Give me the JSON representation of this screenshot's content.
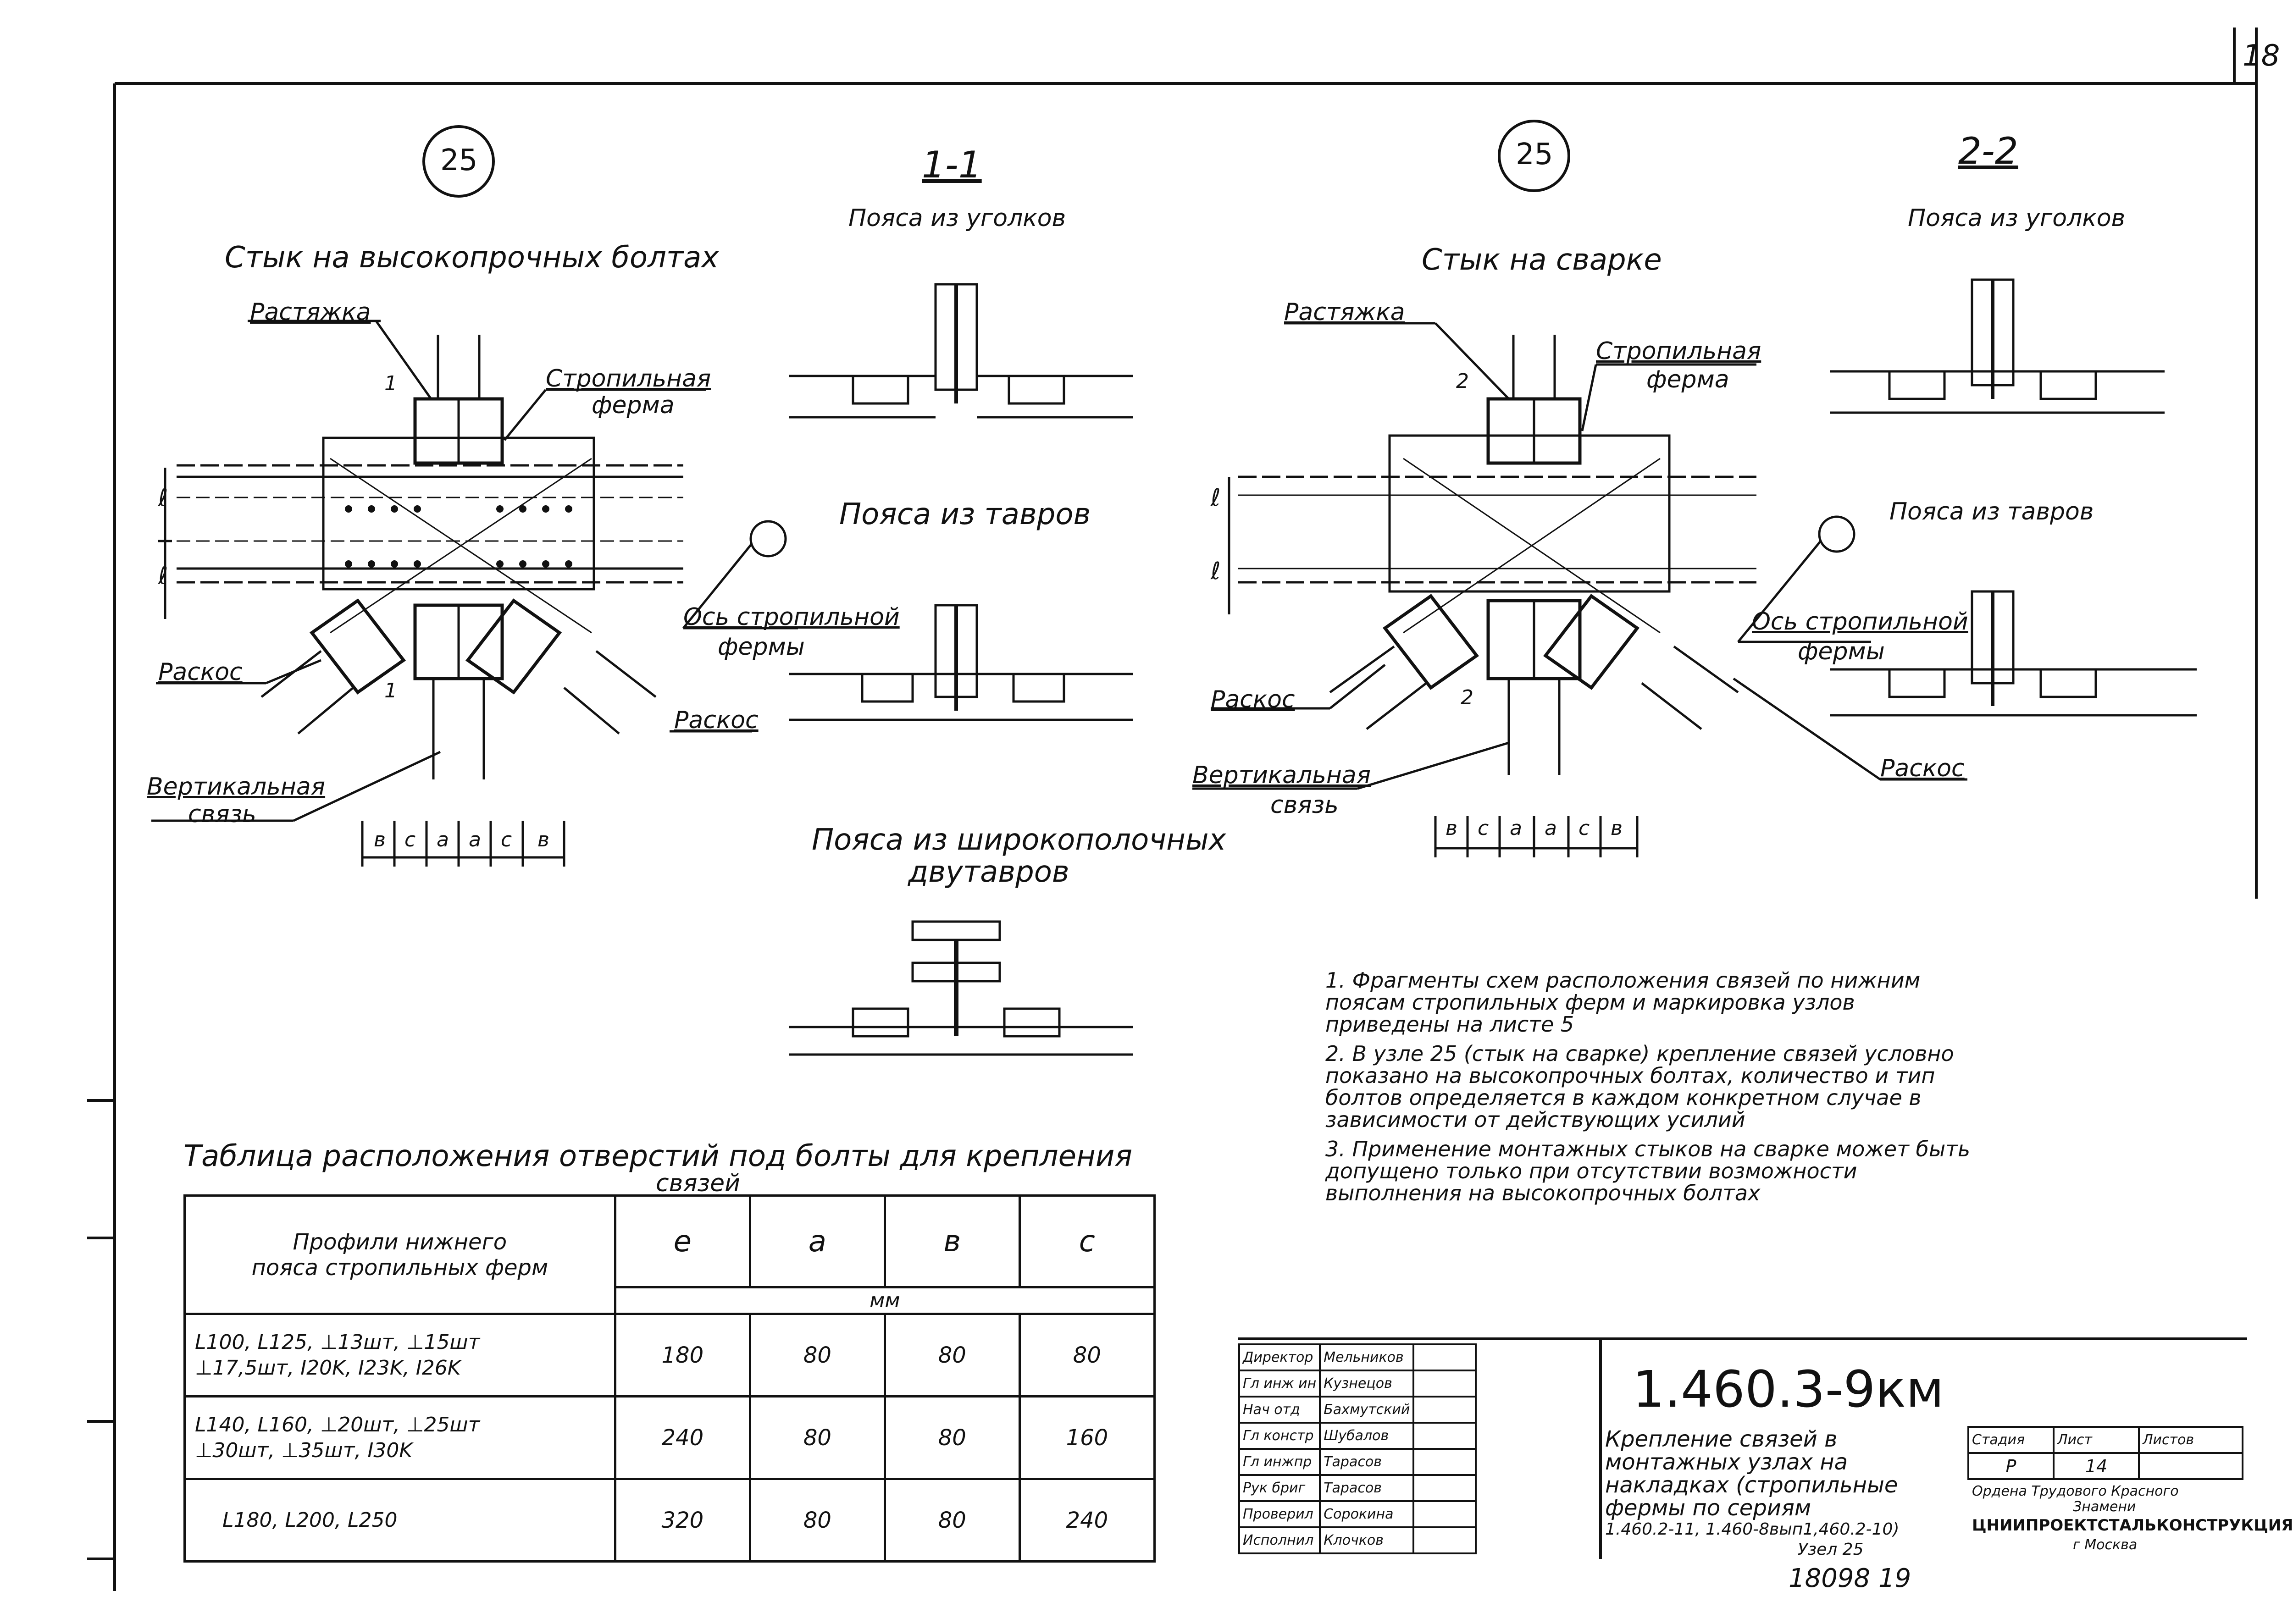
{
  "sheet_number": "18",
  "left": {
    "node_number": "25",
    "title": "Стык на высокопрочных болтах",
    "labels": {
      "rastyazhka": "Растяжка",
      "stropilnaya": "Стропильная",
      "ferma": "ферма",
      "os": "Ось стропильной",
      "os2": "фермы",
      "raskos_left": "Раскос",
      "raskos_right": "Раскос",
      "vertikalnaya": "Вертикальная",
      "svyaz": "связь",
      "cut_mark": "1",
      "dim_l": "ℓ"
    },
    "dims": [
      "в",
      "с",
      "а",
      "а",
      "с",
      "в"
    ]
  },
  "section11": {
    "title": "1-1",
    "sub1": "Пояса из уголков",
    "sub2": "Пояса из тавров",
    "sub3a": "Пояса из широкополочных",
    "sub3b": "двутавров"
  },
  "right": {
    "node_number": "25",
    "title": "Стык на сварке",
    "labels": {
      "rastyazhka": "Растяжка",
      "stropilnaya": "Стропильная",
      "ferma": "ферма",
      "os": "Ось стропильной",
      "os2": "фермы",
      "raskos_left": "Раскос",
      "raskos_right": "Раскос",
      "vertikalnaya": "Вертикальная",
      "svyaz": "связь",
      "cut_mark": "2",
      "dim_l": "ℓ"
    },
    "dims": [
      "в",
      "с",
      "а",
      "а",
      "с",
      "в"
    ]
  },
  "section22": {
    "title": "2-2",
    "sub1": "Пояса из уголков",
    "sub2": "Пояса из тавров"
  },
  "notes": [
    "1. Фрагменты схем расположения связей по нижним",
    "    поясам стропильных ферм и маркировка узлов",
    "    приведены на листе 5",
    "2. В узле 25 (стык на сварке) крепление связей условно",
    "    показано на высокопрочных болтах, количество и тип",
    "    болтов определяется в каждом конкретном случае в",
    "    зависимости от действующих усилий",
    "3. Применение монтажных стыков на сварке может быть",
    "    допущено только при отсутствии возможности",
    "    выполнения на высокопрочных болтах"
  ],
  "table": {
    "title1": "Таблица расположения отверстий под болты для крепления",
    "title2": "связей",
    "header_profile": [
      "Профили нижнего",
      "пояса стропильных ферм"
    ],
    "cols": [
      "е",
      "а",
      "в",
      "с"
    ],
    "unit": "мм",
    "rows": [
      {
        "profile": [
          "L100, L125, ⊥13шт, ⊥15шт",
          "⊥17,5шт, I20K, I23K, I26K"
        ],
        "e": "180",
        "a": "80",
        "b": "80",
        "c": "80"
      },
      {
        "profile": [
          "L140, L160, ⊥20шт, ⊥25шт",
          "⊥30шт, ⊥35шт, I30K"
        ],
        "e": "240",
        "a": "80",
        "b": "80",
        "c": "160"
      },
      {
        "profile": [
          "L180,  L200,  L250"
        ],
        "e": "320",
        "a": "80",
        "b": "80",
        "c": "240"
      }
    ]
  },
  "stamp": {
    "roles": [
      {
        "role": "Директор",
        "name": "Мельников"
      },
      {
        "role": "Гл инж ин",
        "name": "Кузнецов"
      },
      {
        "role": "Нач отд",
        "name": "Бахмутский"
      },
      {
        "role": "Гл констр",
        "name": "Шубалов"
      },
      {
        "role": "Гл инжпр",
        "name": "Тарасов"
      },
      {
        "role": "Рук бриг",
        "name": "Тарасов"
      },
      {
        "role": "Проверил",
        "name": "Сорокина"
      },
      {
        "role": "Исполнил",
        "name": "Клочков"
      }
    ],
    "code": "1.460.3-9км",
    "title_lines": [
      "Крепление связей в",
      "монтажных узлах на",
      "накладках (стропильные",
      "фермы по сериям",
      "1.460.2-11,  1.460-8вып1,460.2-10)"
    ],
    "node": "Узел 25",
    "stage_label": "Стадия",
    "sheet_label": "Лист",
    "sheets_label": "Листов",
    "stage": "Р",
    "sheet": "14",
    "sheets": "",
    "org1": "Ордена Трудового Красного",
    "org2": "Знамени",
    "org3": "ЦНИИПРОЕКТСТАЛЬКОНСТРУКЦИЯ",
    "org4": "г Москва"
  },
  "bottom_number": "18098 19"
}
